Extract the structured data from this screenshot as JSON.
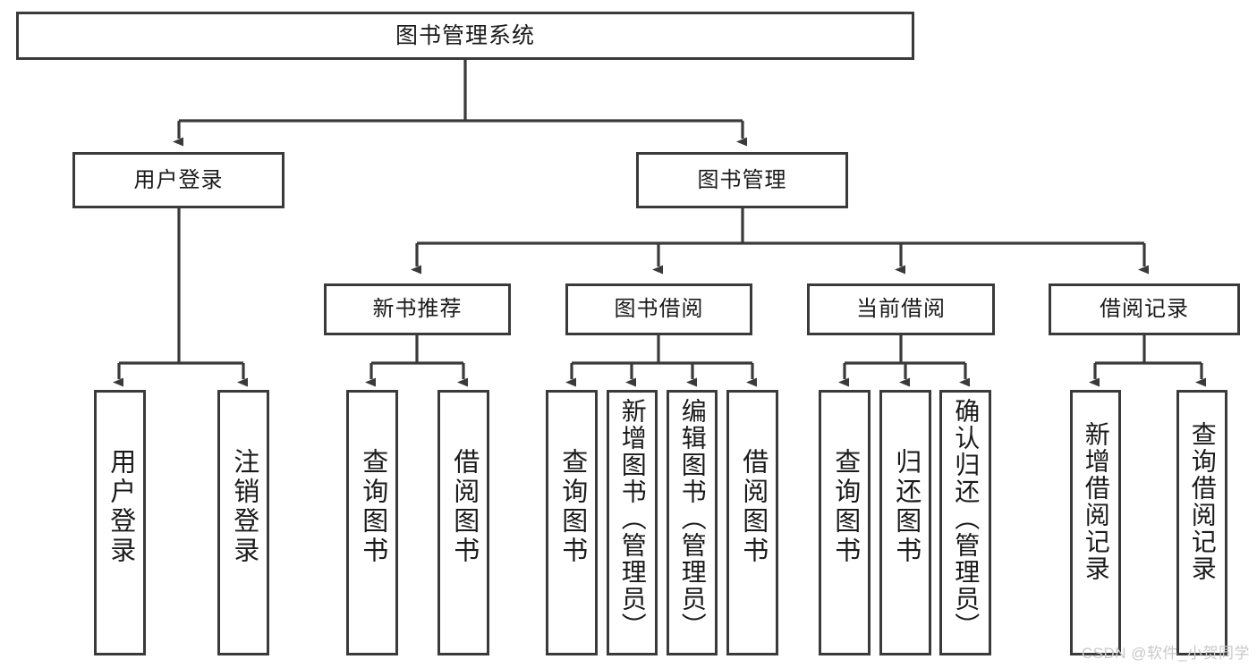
{
  "diagram": {
    "title": "图书管理系统",
    "type": "tree",
    "root": {
      "label": "图书管理系统"
    },
    "level1": [
      {
        "label": "用户登录"
      },
      {
        "label": "图书管理"
      }
    ],
    "level2": [
      {
        "label": "新书推荐"
      },
      {
        "label": "图书借阅"
      },
      {
        "label": "当前借阅"
      },
      {
        "label": "借阅记录"
      }
    ],
    "leaves": [
      {
        "label": "用户登录"
      },
      {
        "label": "注销登录"
      },
      {
        "label": "查询图书"
      },
      {
        "label": "借阅图书"
      },
      {
        "label": "查询图书"
      },
      {
        "label": "新增图书（管理员）"
      },
      {
        "label": "编辑图书（管理员）"
      },
      {
        "label": "借阅图书"
      },
      {
        "label": "查询图书"
      },
      {
        "label": "归还图书"
      },
      {
        "label": "确认归还（管理员）"
      },
      {
        "label": "新增借阅记录"
      },
      {
        "label": "查询借阅记录"
      }
    ]
  },
  "colors": {
    "stroke": "#3a3a3a",
    "fill": "#ffffff",
    "text": "#1a1a1a",
    "watermark": "#c9c9c9"
  },
  "watermark": {
    "text": "CSDN @软件_小贺同学"
  }
}
